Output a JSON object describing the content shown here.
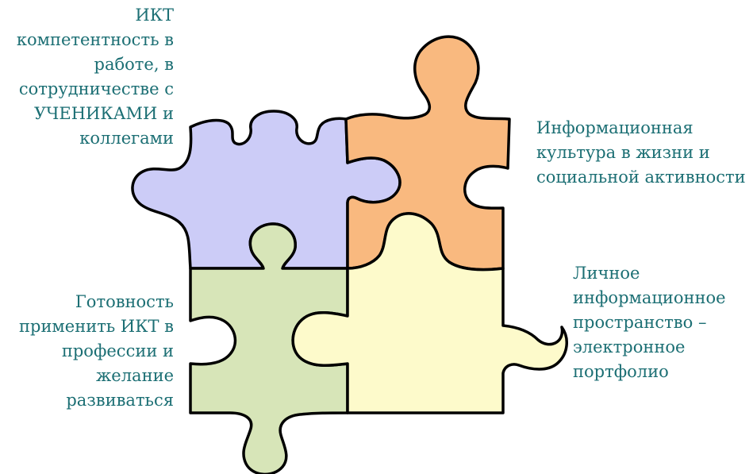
{
  "diagram": {
    "pieces": [
      {
        "id": "top-left",
        "color": "#ccccf7",
        "label": "ИКТ\nкомпетентность в\nработе, в\nсотрудничестве с\nУЧЕНИКАМИ и\nколлегами"
      },
      {
        "id": "top-right",
        "color": "#f9b97f",
        "label": "Информационная\nкультура в жизни и\nсоциальной активности"
      },
      {
        "id": "bottom-left",
        "color": "#d7e5b8",
        "label": "Готовность\nприменить ИКТ в\nпрофессии и\nжелание\nразвиваться"
      },
      {
        "id": "bottom-right",
        "color": "#fdfacb",
        "label": "Личное\nинформационное\nпространство –\nэлектронное\nпортфолио"
      }
    ],
    "text_color": "#1c6f74",
    "outline_color": "#000000"
  }
}
